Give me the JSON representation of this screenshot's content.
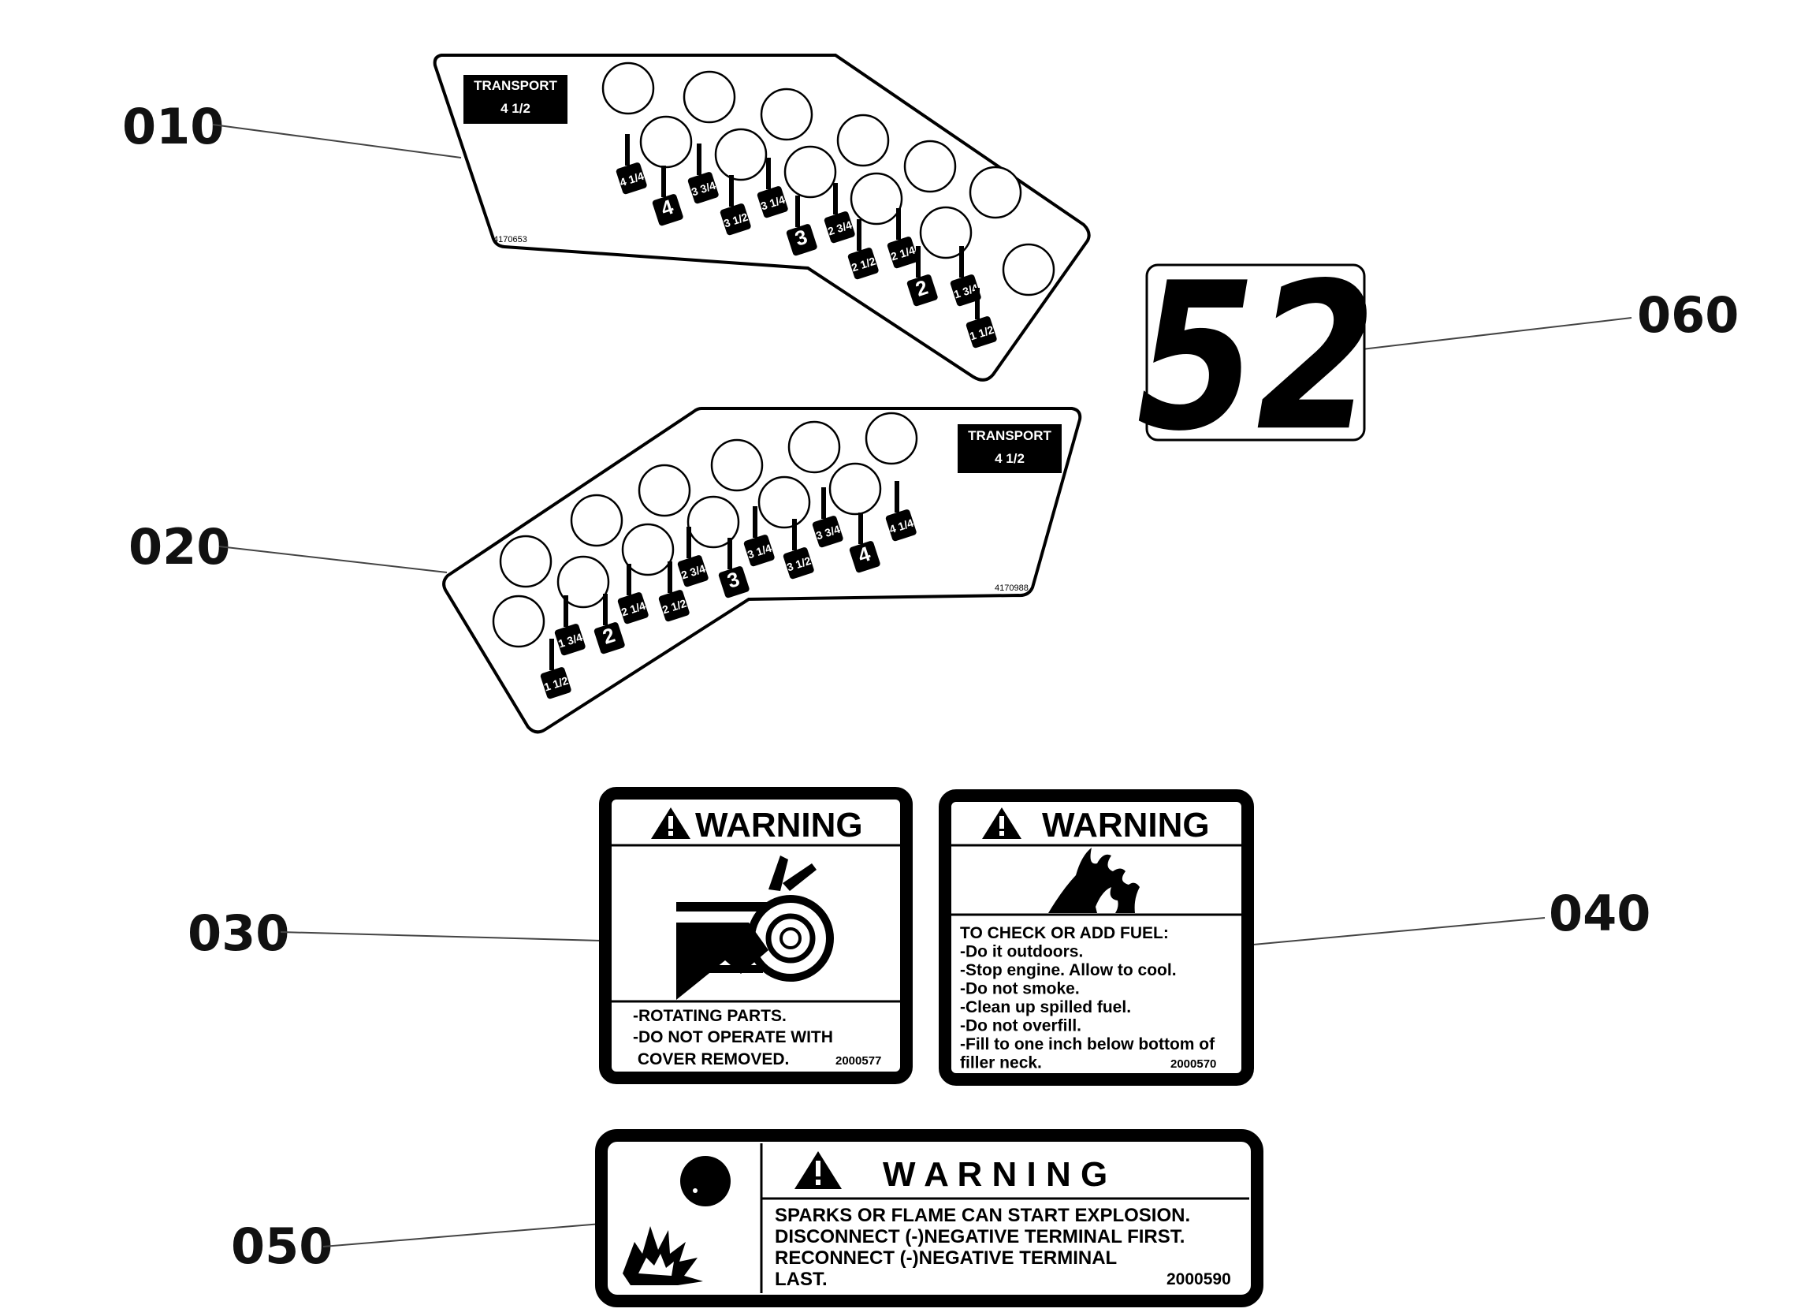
{
  "callouts": {
    "c010": "010",
    "c020": "020",
    "c030": "030",
    "c040": "040",
    "c050": "050",
    "c060": "060"
  },
  "decal010": {
    "transport_word": "TRANSPORT",
    "transport_value": "4 1/2",
    "part_number": "4170653",
    "tags": [
      "4 1/4",
      "4",
      "3 3/4",
      "3 1/2",
      "3 1/4",
      "3",
      "2 3/4",
      "2 1/2",
      "2 1/4",
      "2",
      "1 3/4",
      "1 1/2"
    ]
  },
  "decal020": {
    "transport_word": "TRANSPORT",
    "transport_value": "4 1/2",
    "part_number": "4170988",
    "tags": [
      "1 1/2",
      "1 3/4",
      "2",
      "2 1/4",
      "2 1/2",
      "2 3/4",
      "3",
      "3 1/4",
      "3 1/2",
      "3 3/4",
      "4",
      "4 1/4"
    ]
  },
  "decal060": {
    "number": "52"
  },
  "decal030": {
    "heading": "WARNING",
    "line1": "-ROTATING PARTS.",
    "line2": "-DO NOT OPERATE WITH",
    "line3": " COVER REMOVED.",
    "part_number": "2000577"
  },
  "decal040": {
    "heading": "WARNING",
    "lines": [
      "TO CHECK OR ADD FUEL:",
      "-Do it outdoors.",
      "-Stop engine. Allow to cool.",
      "-Do not smoke.",
      "-Clean up spilled fuel.",
      "-Do not overfill.",
      "-Fill to one inch below bottom of",
      " filler neck."
    ],
    "part_number": "2000570"
  },
  "decal050": {
    "heading": "W A R N I N G",
    "lines": [
      "SPARKS OR FLAME CAN START EXPLOSION.",
      "DISCONNECT (-)NEGATIVE TERMINAL FIRST.",
      "RECONNECT (-)NEGATIVE TERMINAL",
      "LAST."
    ],
    "part_number": "2000590"
  },
  "colors": {
    "ink": "#000000",
    "paper": "#ffffff",
    "leader": "#444444"
  },
  "icons": [
    "warning-triangle-icon",
    "hand-belt-pinch-icon",
    "flame-icon",
    "battery-explosion-icon"
  ]
}
